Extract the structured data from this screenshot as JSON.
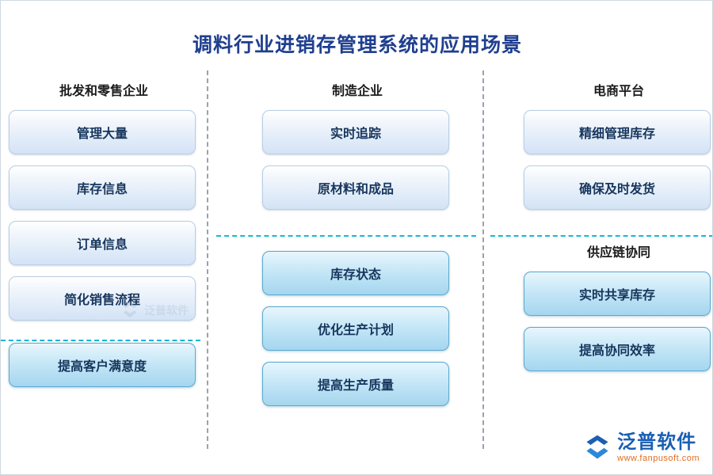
{
  "title": "调料行业进销存管理系统的应用场景",
  "columns": [
    {
      "id": "wholesale-retail",
      "header": "批发和零售企业",
      "groups": [
        {
          "items": [
            {
              "label": "管理大量",
              "style": "pale"
            },
            {
              "label": "库存信息",
              "style": "pale"
            },
            {
              "label": "订单信息",
              "style": "pale"
            },
            {
              "label": "简化销售流程",
              "style": "pale"
            }
          ]
        },
        {
          "header": "",
          "items": [
            {
              "label": "提高客户满意度",
              "style": "cyan"
            }
          ]
        }
      ]
    },
    {
      "id": "manufacturing",
      "header": "制造企业",
      "groups": [
        {
          "items": [
            {
              "label": "实时追踪",
              "style": "pale"
            },
            {
              "label": "原材料和成品",
              "style": "pale"
            }
          ]
        },
        {
          "header": "",
          "items": [
            {
              "label": "库存状态",
              "style": "cyan"
            },
            {
              "label": "优化生产计划",
              "style": "cyan"
            },
            {
              "label": "提高生产质量",
              "style": "cyan"
            }
          ]
        }
      ]
    },
    {
      "id": "ecommerce",
      "header": "电商平台",
      "groups": [
        {
          "items": [
            {
              "label": "精细管理库存",
              "style": "pale"
            },
            {
              "label": "确保及时发货",
              "style": "pale"
            }
          ]
        },
        {
          "header": "供应链协同",
          "items": [
            {
              "label": "实时共享库存",
              "style": "cyan"
            },
            {
              "label": "提高协同效率",
              "style": "cyan"
            }
          ]
        }
      ]
    }
  ],
  "watermark": {
    "center_text": "泛普软件"
  },
  "logo": {
    "name": "泛普软件",
    "url": "www.fanpusoft.com"
  },
  "colors": {
    "title": "#1f3f8f",
    "divider_cyan": "#19b6d8",
    "divider_gray": "#9aa3ad",
    "card_text": "#17365d",
    "logo_blue": "#1a5fb4",
    "logo_orange": "#e06c20"
  }
}
